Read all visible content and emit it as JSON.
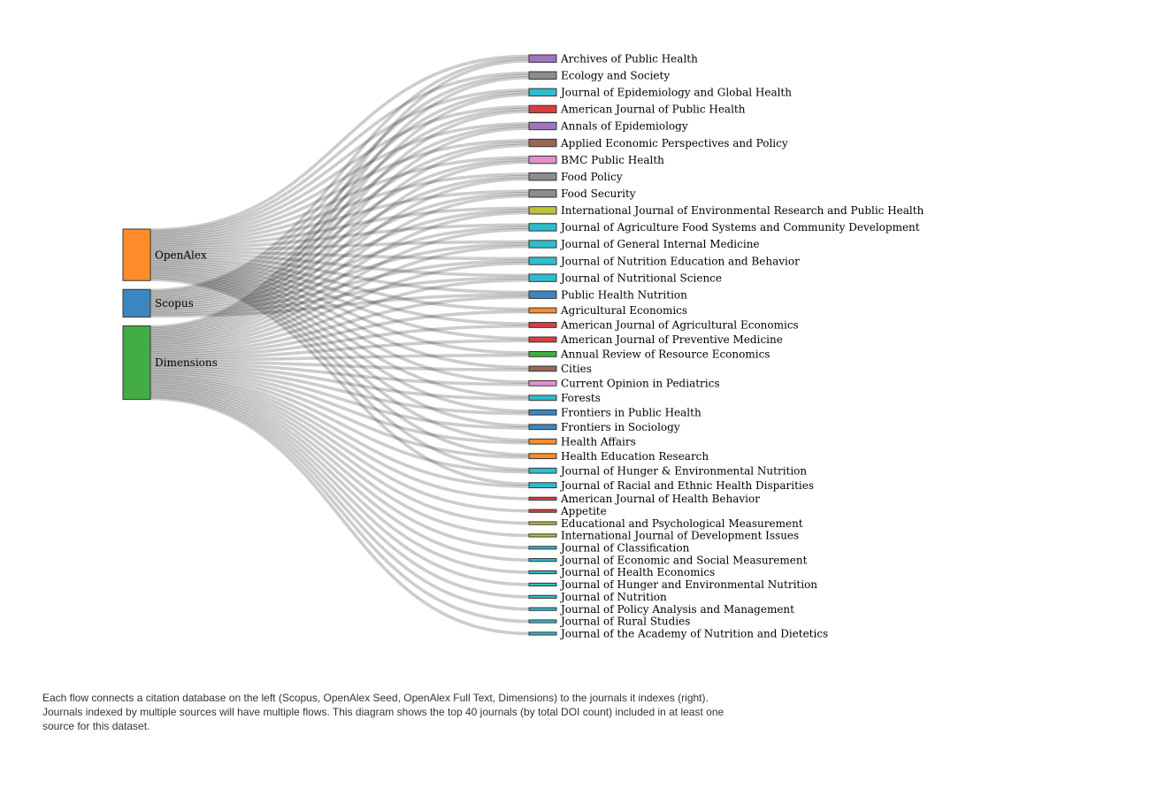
{
  "caption": "Each flow connects a citation database on the left (Scopus, OpenAlex Seed, OpenAlex Full Text, Dimensions) to the journals it indexes (right). Journals indexed by multiple sources will have multiple flows. This diagram shows the top 40 journals (by total DOI count) included in at least one source for this dataset.",
  "colors": {
    "orange": "#ff8c2a",
    "blue": "#3b86c0",
    "green": "#43ad43",
    "purple": "#9e74c3",
    "gray": "#8c8c8c",
    "cyan": "#2ebdce",
    "red": "#d93e3e",
    "brown": "#9a6557",
    "pink": "#e48fce",
    "olive": "#c0c03a",
    "link": "#000000"
  },
  "sources": [
    {
      "name": "OpenAlex",
      "color": "orange"
    },
    {
      "name": "Scopus",
      "color": "blue"
    },
    {
      "name": "Dimensions",
      "color": "green"
    }
  ],
  "journals": [
    {
      "name": "Archives of Public Health",
      "color": "purple",
      "sources": [
        "OpenAlex",
        "Scopus",
        "Dimensions"
      ]
    },
    {
      "name": "Ecology and Society",
      "color": "gray",
      "sources": [
        "OpenAlex",
        "Scopus",
        "Dimensions"
      ]
    },
    {
      "name": "Journal of Epidemiology and Global Health",
      "color": "cyan",
      "sources": [
        "OpenAlex",
        "Scopus",
        "Dimensions"
      ]
    },
    {
      "name": "American Journal of Public Health",
      "color": "red",
      "sources": [
        "OpenAlex",
        "Scopus",
        "Dimensions"
      ]
    },
    {
      "name": "Annals of Epidemiology",
      "color": "purple",
      "sources": [
        "OpenAlex",
        "Scopus",
        "Dimensions"
      ]
    },
    {
      "name": "Applied Economic Perspectives and Policy",
      "color": "brown",
      "sources": [
        "OpenAlex",
        "Scopus",
        "Dimensions"
      ]
    },
    {
      "name": "BMC Public Health",
      "color": "pink",
      "sources": [
        "OpenAlex",
        "Scopus",
        "Dimensions"
      ]
    },
    {
      "name": "Food Policy",
      "color": "gray",
      "sources": [
        "OpenAlex",
        "Scopus",
        "Dimensions"
      ]
    },
    {
      "name": "Food Security",
      "color": "gray",
      "sources": [
        "OpenAlex",
        "Scopus",
        "Dimensions"
      ]
    },
    {
      "name": "International Journal of Environmental Research and Public Health",
      "color": "olive",
      "sources": [
        "OpenAlex",
        "Scopus",
        "Dimensions"
      ]
    },
    {
      "name": "Journal of Agriculture Food Systems and Community Development",
      "color": "cyan",
      "sources": [
        "OpenAlex",
        "Scopus",
        "Dimensions"
      ]
    },
    {
      "name": "Journal of General Internal Medicine",
      "color": "cyan",
      "sources": [
        "OpenAlex",
        "Scopus",
        "Dimensions"
      ]
    },
    {
      "name": "Journal of Nutrition Education and Behavior",
      "color": "cyan",
      "sources": [
        "OpenAlex",
        "Scopus",
        "Dimensions"
      ]
    },
    {
      "name": "Journal of Nutritional Science",
      "color": "cyan",
      "sources": [
        "OpenAlex",
        "Scopus",
        "Dimensions"
      ]
    },
    {
      "name": "Public Health Nutrition",
      "color": "blue",
      "sources": [
        "OpenAlex",
        "Scopus",
        "Dimensions"
      ]
    },
    {
      "name": "Agricultural Economics",
      "color": "orange",
      "sources": [
        "OpenAlex",
        "Dimensions"
      ]
    },
    {
      "name": "American Journal of Agricultural Economics",
      "color": "red",
      "sources": [
        "OpenAlex",
        "Dimensions"
      ]
    },
    {
      "name": "American Journal of Preventive Medicine",
      "color": "red",
      "sources": [
        "OpenAlex",
        "Dimensions"
      ]
    },
    {
      "name": "Annual Review of Resource Economics",
      "color": "green",
      "sources": [
        "OpenAlex",
        "Dimensions"
      ]
    },
    {
      "name": "Cities",
      "color": "brown",
      "sources": [
        "OpenAlex",
        "Dimensions"
      ]
    },
    {
      "name": "Current Opinion in Pediatrics",
      "color": "pink",
      "sources": [
        "OpenAlex",
        "Dimensions"
      ]
    },
    {
      "name": "Forests",
      "color": "cyan",
      "sources": [
        "OpenAlex",
        "Dimensions"
      ]
    },
    {
      "name": "Frontiers in Public Health",
      "color": "blue",
      "sources": [
        "OpenAlex",
        "Dimensions"
      ]
    },
    {
      "name": "Frontiers in Sociology",
      "color": "blue",
      "sources": [
        "OpenAlex",
        "Dimensions"
      ]
    },
    {
      "name": "Health Affairs",
      "color": "orange",
      "sources": [
        "OpenAlex",
        "Dimensions"
      ]
    },
    {
      "name": "Health Education Research",
      "color": "orange",
      "sources": [
        "OpenAlex",
        "Dimensions"
      ]
    },
    {
      "name": "Journal of Hunger & Environmental Nutrition",
      "color": "cyan",
      "sources": [
        "OpenAlex",
        "Dimensions"
      ]
    },
    {
      "name": "Journal of Racial and Ethnic Health Disparities",
      "color": "cyan",
      "sources": [
        "OpenAlex",
        "Dimensions"
      ]
    },
    {
      "name": "American Journal of Health Behavior",
      "color": "red",
      "sources": [
        "Dimensions"
      ]
    },
    {
      "name": "Appetite",
      "color": "red",
      "sources": [
        "Dimensions"
      ]
    },
    {
      "name": "Educational and Psychological Measurement",
      "color": "olive",
      "sources": [
        "Dimensions"
      ]
    },
    {
      "name": "International Journal of Development Issues",
      "color": "olive",
      "sources": [
        "Dimensions"
      ]
    },
    {
      "name": "Journal of Classification",
      "color": "cyan",
      "sources": [
        "Dimensions"
      ]
    },
    {
      "name": "Journal of Economic and Social Measurement",
      "color": "cyan",
      "sources": [
        "Dimensions"
      ]
    },
    {
      "name": "Journal of Health Economics",
      "color": "cyan",
      "sources": [
        "Dimensions"
      ]
    },
    {
      "name": "Journal of Hunger and Environmental Nutrition",
      "color": "cyan",
      "sources": [
        "Dimensions"
      ]
    },
    {
      "name": "Journal of Nutrition",
      "color": "cyan",
      "sources": [
        "Dimensions"
      ]
    },
    {
      "name": "Journal of Policy Analysis and Management",
      "color": "cyan",
      "sources": [
        "Dimensions"
      ]
    },
    {
      "name": "Journal of Rural Studies",
      "color": "cyan",
      "sources": [
        "Dimensions"
      ]
    },
    {
      "name": "Journal of the Academy of Nutrition and Dietetics",
      "color": "cyan",
      "sources": [
        "Dimensions"
      ]
    }
  ]
}
